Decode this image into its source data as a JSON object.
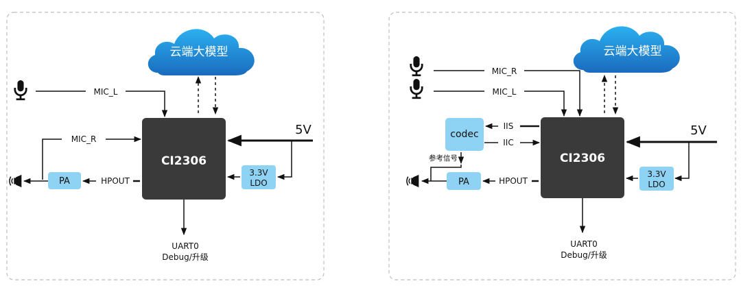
{
  "left_panel": {
    "cloud_label": "云端大模型",
    "chip_label": "CI2306",
    "mic_l": "MIC_L",
    "mic_r": "MIC_R",
    "hpout": "HPOUT",
    "pa": "PA",
    "ldo_line1": "3.3V",
    "ldo_line2": "LDO",
    "voltage": "5V",
    "uart_line1": "UART0",
    "uart_line2": "Debug/升级"
  },
  "right_panel": {
    "cloud_label": "云端大模型",
    "chip_label": "CI2306",
    "mic_r": "MIC_R",
    "mic_l": "MIC_L",
    "iis": "IIS",
    "iic": "IIC",
    "codec": "codec",
    "ref_signal": "参考信号",
    "hpout": "HPOUT",
    "pa": "PA",
    "ldo_line1": "3.3V",
    "ldo_line2": "LDO",
    "voltage": "5V",
    "uart_line1": "UART0",
    "uart_line2": "Debug/升级"
  },
  "colors": {
    "chip": "#3a3a3a",
    "box_fill": "#8fd3f4",
    "cloud_top": "#29a9ec",
    "cloud_bottom": "#1c6fc0",
    "line": "#111111",
    "panel_border": "#bdbdbd"
  }
}
